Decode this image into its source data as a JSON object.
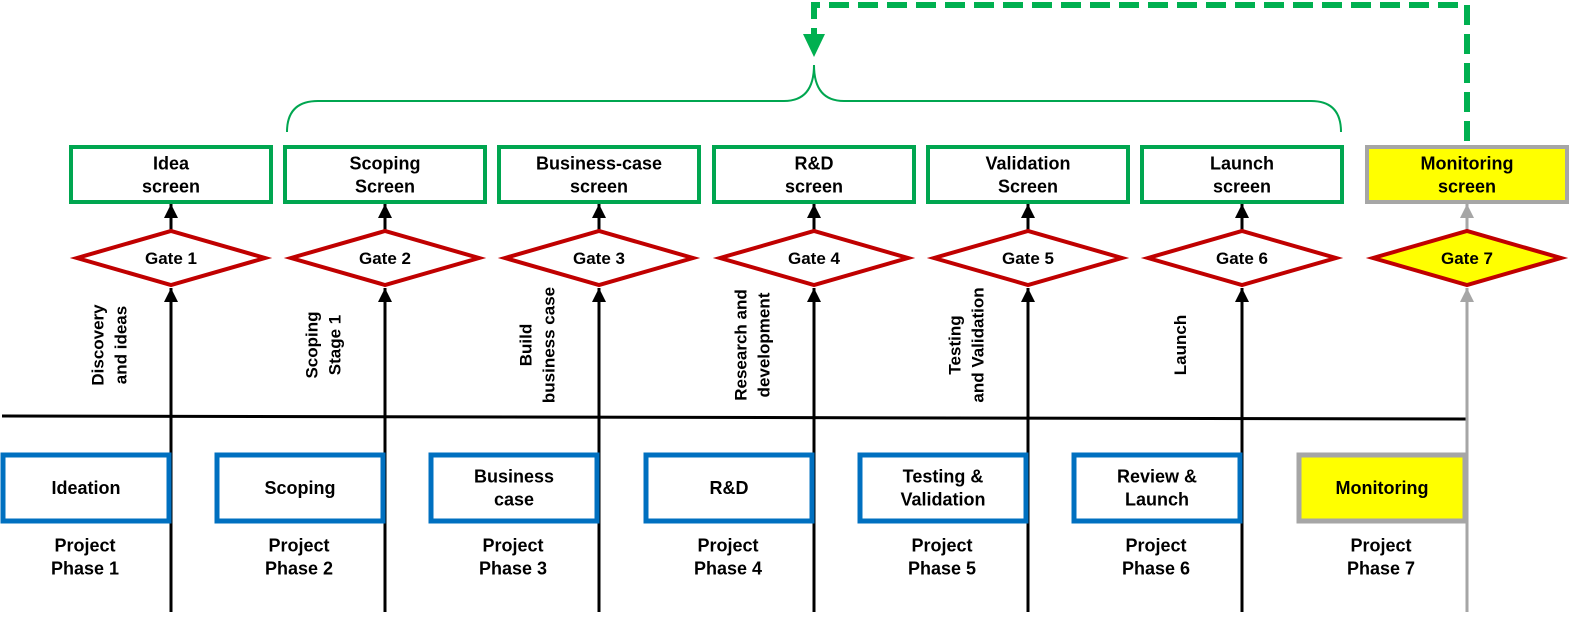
{
  "colors": {
    "screen_border": "#00a650",
    "gate_border": "#c00000",
    "phase_border": "#0070c0",
    "highlight_fill": "#ffff00",
    "muted_border": "#a6a6a6",
    "feedback_arrow": "#00b050",
    "axis": "#000000"
  },
  "stages": [
    {
      "screen": [
        "Idea",
        "screen"
      ],
      "gate": "Gate 1",
      "activity": [
        "Discovery",
        "and ideas"
      ],
      "phase": [
        "Ideation"
      ],
      "label": [
        "Project",
        "Phase 1"
      ],
      "highlight": false
    },
    {
      "screen": [
        "Scoping",
        "Screen"
      ],
      "gate": "Gate 2",
      "activity": [
        "Scoping",
        "Stage 1"
      ],
      "phase": [
        "Scoping"
      ],
      "label": [
        "Project",
        "Phase 2"
      ],
      "highlight": false
    },
    {
      "screen": [
        "Business-case",
        "screen"
      ],
      "gate": "Gate 3",
      "activity": [
        "Build",
        "business case"
      ],
      "phase": [
        "Business",
        "case"
      ],
      "label": [
        "Project",
        "Phase 3"
      ],
      "highlight": false
    },
    {
      "screen": [
        "R&D",
        "screen"
      ],
      "gate": "Gate 4",
      "activity": [
        "Research and",
        "development"
      ],
      "phase": [
        "R&D"
      ],
      "label": [
        "Project",
        "Phase 4"
      ],
      "highlight": false
    },
    {
      "screen": [
        "Validation",
        "Screen"
      ],
      "gate": "Gate 5",
      "activity": [
        "Testing",
        "and Validation"
      ],
      "phase": [
        "Testing &",
        "Validation"
      ],
      "label": [
        "Project",
        "Phase 5"
      ],
      "highlight": false
    },
    {
      "screen": [
        "Launch",
        "screen"
      ],
      "gate": "Gate 6",
      "activity": [
        "Launch"
      ],
      "phase": [
        "Review &",
        "Launch"
      ],
      "label": [
        "Project",
        "Phase 6"
      ],
      "highlight": false
    },
    {
      "screen": [
        "Monitoring",
        "screen"
      ],
      "gate": "Gate 7",
      "activity": [],
      "phase": [
        "Monitoring"
      ],
      "label": [
        "Project",
        "Phase 7"
      ],
      "highlight": true
    }
  ]
}
